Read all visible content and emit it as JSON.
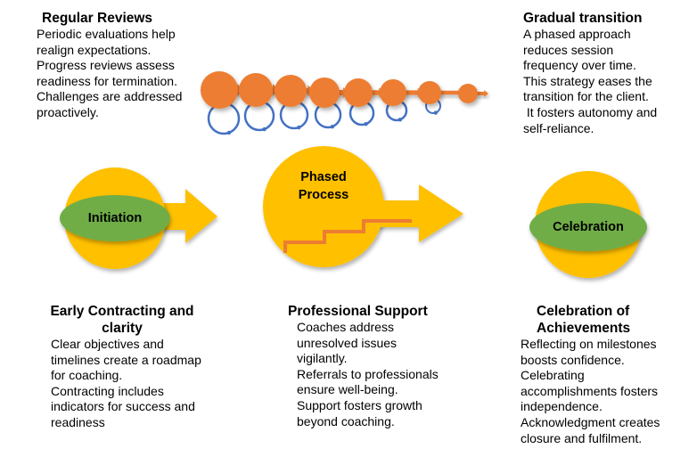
{
  "colors": {
    "orange": "#ED7D31",
    "blue": "#4472C4",
    "gold": "#FFC000",
    "green": "#70AD47"
  },
  "regular_reviews": {
    "title": "Regular Reviews",
    "lines": [
      "Periodic evaluations help",
      "realign expectations.",
      "Progress reviews assess",
      "readiness for termination.",
      "Challenges are addressed",
      "proactively."
    ]
  },
  "gradual_transition": {
    "title": "Gradual transition",
    "lines": [
      "A phased approach",
      "reduces session",
      "frequency over time.",
      "This strategy eases the",
      "transition for the client.",
      " It fosters autonomy and",
      "self-reliance."
    ]
  },
  "stages": {
    "initiation": {
      "label": "Initiation",
      "icon": "circle-with-ellipse-and-arrow"
    },
    "phased_process": {
      "label_line1": "Phased",
      "label_line2": "Process",
      "icon": "circle-with-stairs-and-arrow"
    },
    "celebration": {
      "label": "Celebration",
      "icon": "circle-with-ellipse"
    }
  },
  "early_contracting": {
    "title_line1": "Early Contracting and",
    "title_line2": "clarity",
    "lines": [
      "Clear objectives and",
      "timelines create a roadmap",
      "for coaching.",
      "Contracting includes",
      "indicators for success and",
      "readiness"
    ]
  },
  "professional_support": {
    "title": "Professional Support",
    "lines": [
      "Coaches address",
      "unresolved issues",
      "vigilantly.",
      "Referrals to professionals",
      "ensure well-being.",
      "Support fosters growth",
      "beyond coaching."
    ]
  },
  "celebration_of_achievements": {
    "title_line1": "Celebration of",
    "title_line2": "Achievements",
    "lines": [
      "Reflecting on milestones",
      "boosts confidence.",
      "Celebrating",
      "accomplishments fosters",
      "independence.",
      "Acknowledgment creates",
      "closure and fulfilment."
    ]
  },
  "cycle_graphic": {
    "icon": "shrinking-cycles-icon",
    "steps": 8
  }
}
